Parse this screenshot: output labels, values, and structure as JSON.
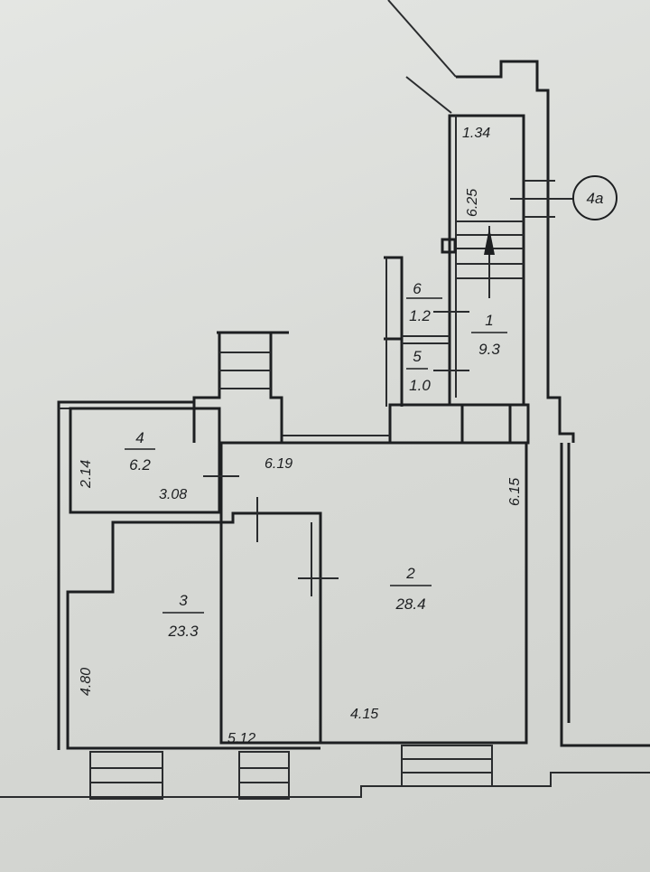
{
  "rooms": [
    {
      "number": "1",
      "area": "9.3"
    },
    {
      "number": "2",
      "area": "28.4"
    },
    {
      "number": "3",
      "area": "23.3"
    },
    {
      "number": "4",
      "area": "6.2"
    },
    {
      "number": "5",
      "area": "1.0"
    },
    {
      "number": "6",
      "area": "1.2"
    }
  ],
  "dimensions": {
    "stair_width": "1.34",
    "stair_length": "6.25",
    "room2_top": "6.19",
    "room2_right": "6.15",
    "room2_bottom": "4.15",
    "room4_left": "2.14",
    "room4_bottom": "3.08",
    "room3_left": "4.80",
    "room3_bottom": "5.12"
  },
  "marker": "4a"
}
